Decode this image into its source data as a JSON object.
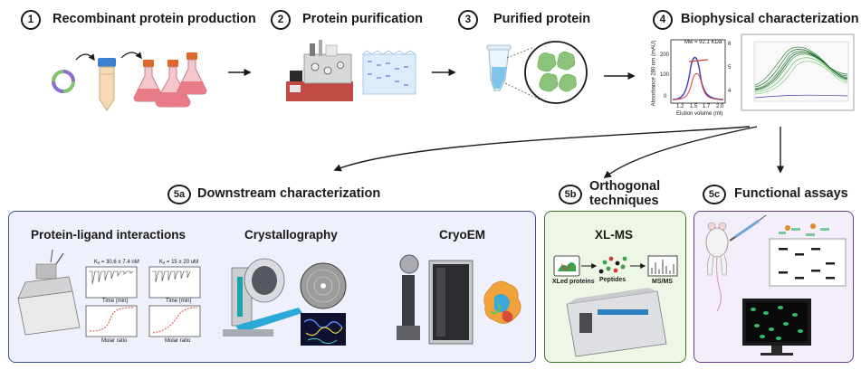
{
  "steps": [
    {
      "number": "1",
      "label": "Recombinant protein production"
    },
    {
      "number": "2",
      "label": "Protein purification"
    },
    {
      "number": "3",
      "label": "Purified protein"
    },
    {
      "number": "4",
      "label": "Biophysical characterization"
    }
  ],
  "branches": [
    {
      "number": "5a",
      "label": "Downstream characterization"
    },
    {
      "number": "5b",
      "label_line1": "Orthogonal",
      "label_line2": "techniques"
    },
    {
      "number": "5c",
      "label": "Functional assays"
    }
  ],
  "panel_5a": {
    "columns": [
      "Protein-ligand interactions",
      "Crystallography",
      "CryoEM"
    ],
    "itc_labels": {
      "left": "Kₐ = 30.6 ± 7.4 nM",
      "right": "Kₐ = 15 ± 20 uM",
      "xlabel": "Molar ratio",
      "time": "Time (min)"
    }
  },
  "panel_5b": {
    "title": "XL-MS",
    "flow": [
      "XLed proteins",
      "Peptides",
      "MS/MS"
    ]
  },
  "sec_plot": {
    "annotation": "Mw = 92.1 KDa",
    "ylabel": "Absorbance 280 nm (mAU)",
    "xlabel": "Elution volume (ml)",
    "xticks": [
      "1.2",
      "1.5",
      "1.7",
      "2.0"
    ],
    "yticks_left": [
      "200",
      "100",
      "0"
    ],
    "yticks_right": [
      "6",
      "5",
      "4"
    ]
  },
  "colors": {
    "panel_5a_border": "#3d4f8f",
    "panel_5a_fill": "#eef1fb",
    "panel_5b_border": "#3f7a2c",
    "panel_5b_fill": "#eef7e6",
    "panel_5c_border": "#6a3f8f",
    "panel_5c_fill": "#f3eefa",
    "protein_green": "#5fa84a",
    "flask_pink": "#e97b86",
    "tube_orange": "#e0662a"
  }
}
